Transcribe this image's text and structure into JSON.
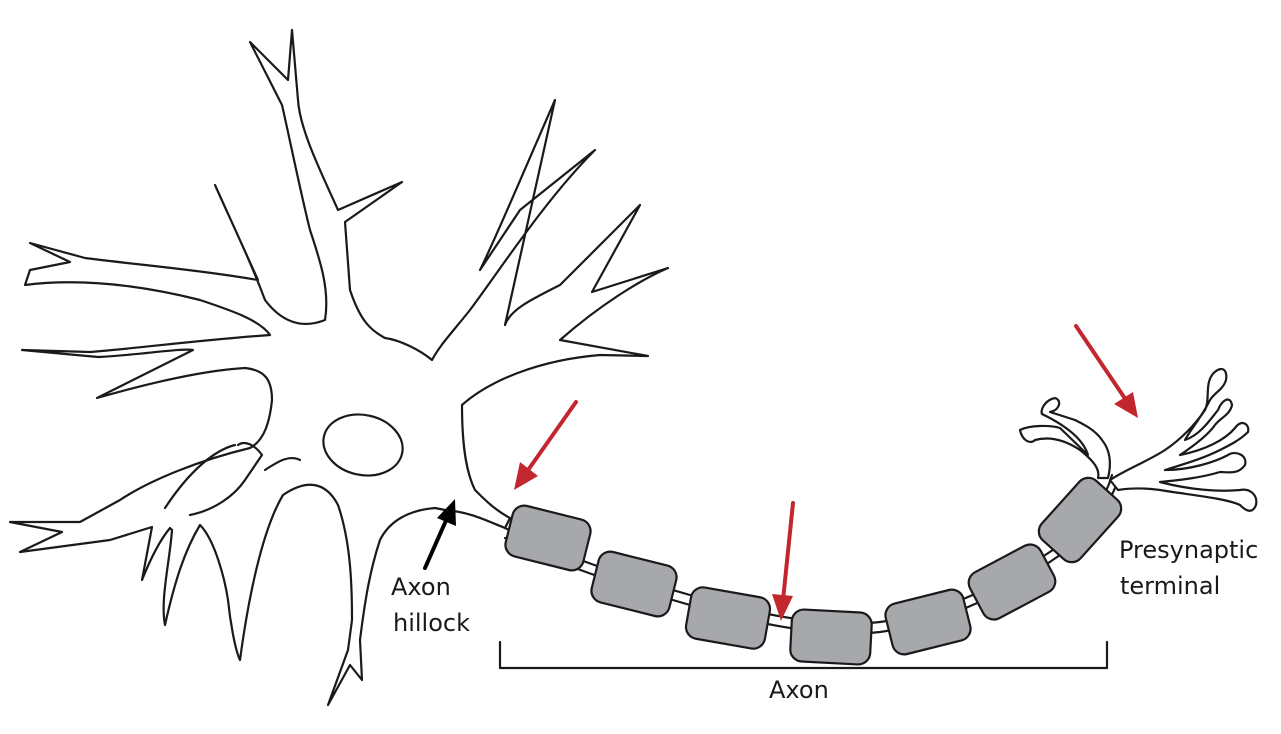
{
  "labels": {
    "axon_hillock_line1": "Axon",
    "axon_hillock_line2": "hillock",
    "axon": "Axon",
    "presynaptic_line1": "Presynaptic",
    "presynaptic_line2": "terminal"
  },
  "colors": {
    "outline": "#1a1a1a",
    "myelin_fill": "#a7a8ab",
    "arrow_red": "#c1272d",
    "arrow_black": "#000000",
    "background": "#ffffff"
  },
  "icons": {
    "red_arrows": "arrow-icon",
    "black_arrow": "arrow-icon"
  }
}
